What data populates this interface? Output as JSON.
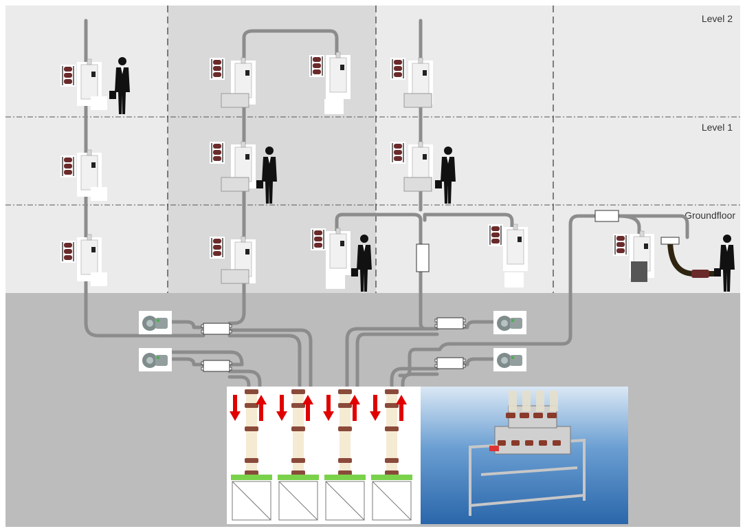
{
  "levels": {
    "level2": "Level 2",
    "level1": "Level 1",
    "groundfloor": "Groundfloor"
  },
  "colors": {
    "upper_band": "#ebebeb",
    "upper_band_alt": "#d9d9d9",
    "basement": "#bcbcbc",
    "pipe": "#8c8c8c",
    "arrow": "#e00000",
    "machine_bg_top": "#cfe0f0",
    "machine_bg_bottom": "#2d6db0"
  },
  "icons": {
    "person": "person-with-briefcase-icon",
    "station": "pneumatic-tube-station-icon",
    "carriers": "carrier-rack-icon",
    "blower": "blower-icon",
    "diverter": "diverter-icon",
    "transfer": "transfer-unit-icon"
  },
  "arrows": [
    "down",
    "up",
    "down",
    "up",
    "down",
    "up",
    "down",
    "up"
  ]
}
